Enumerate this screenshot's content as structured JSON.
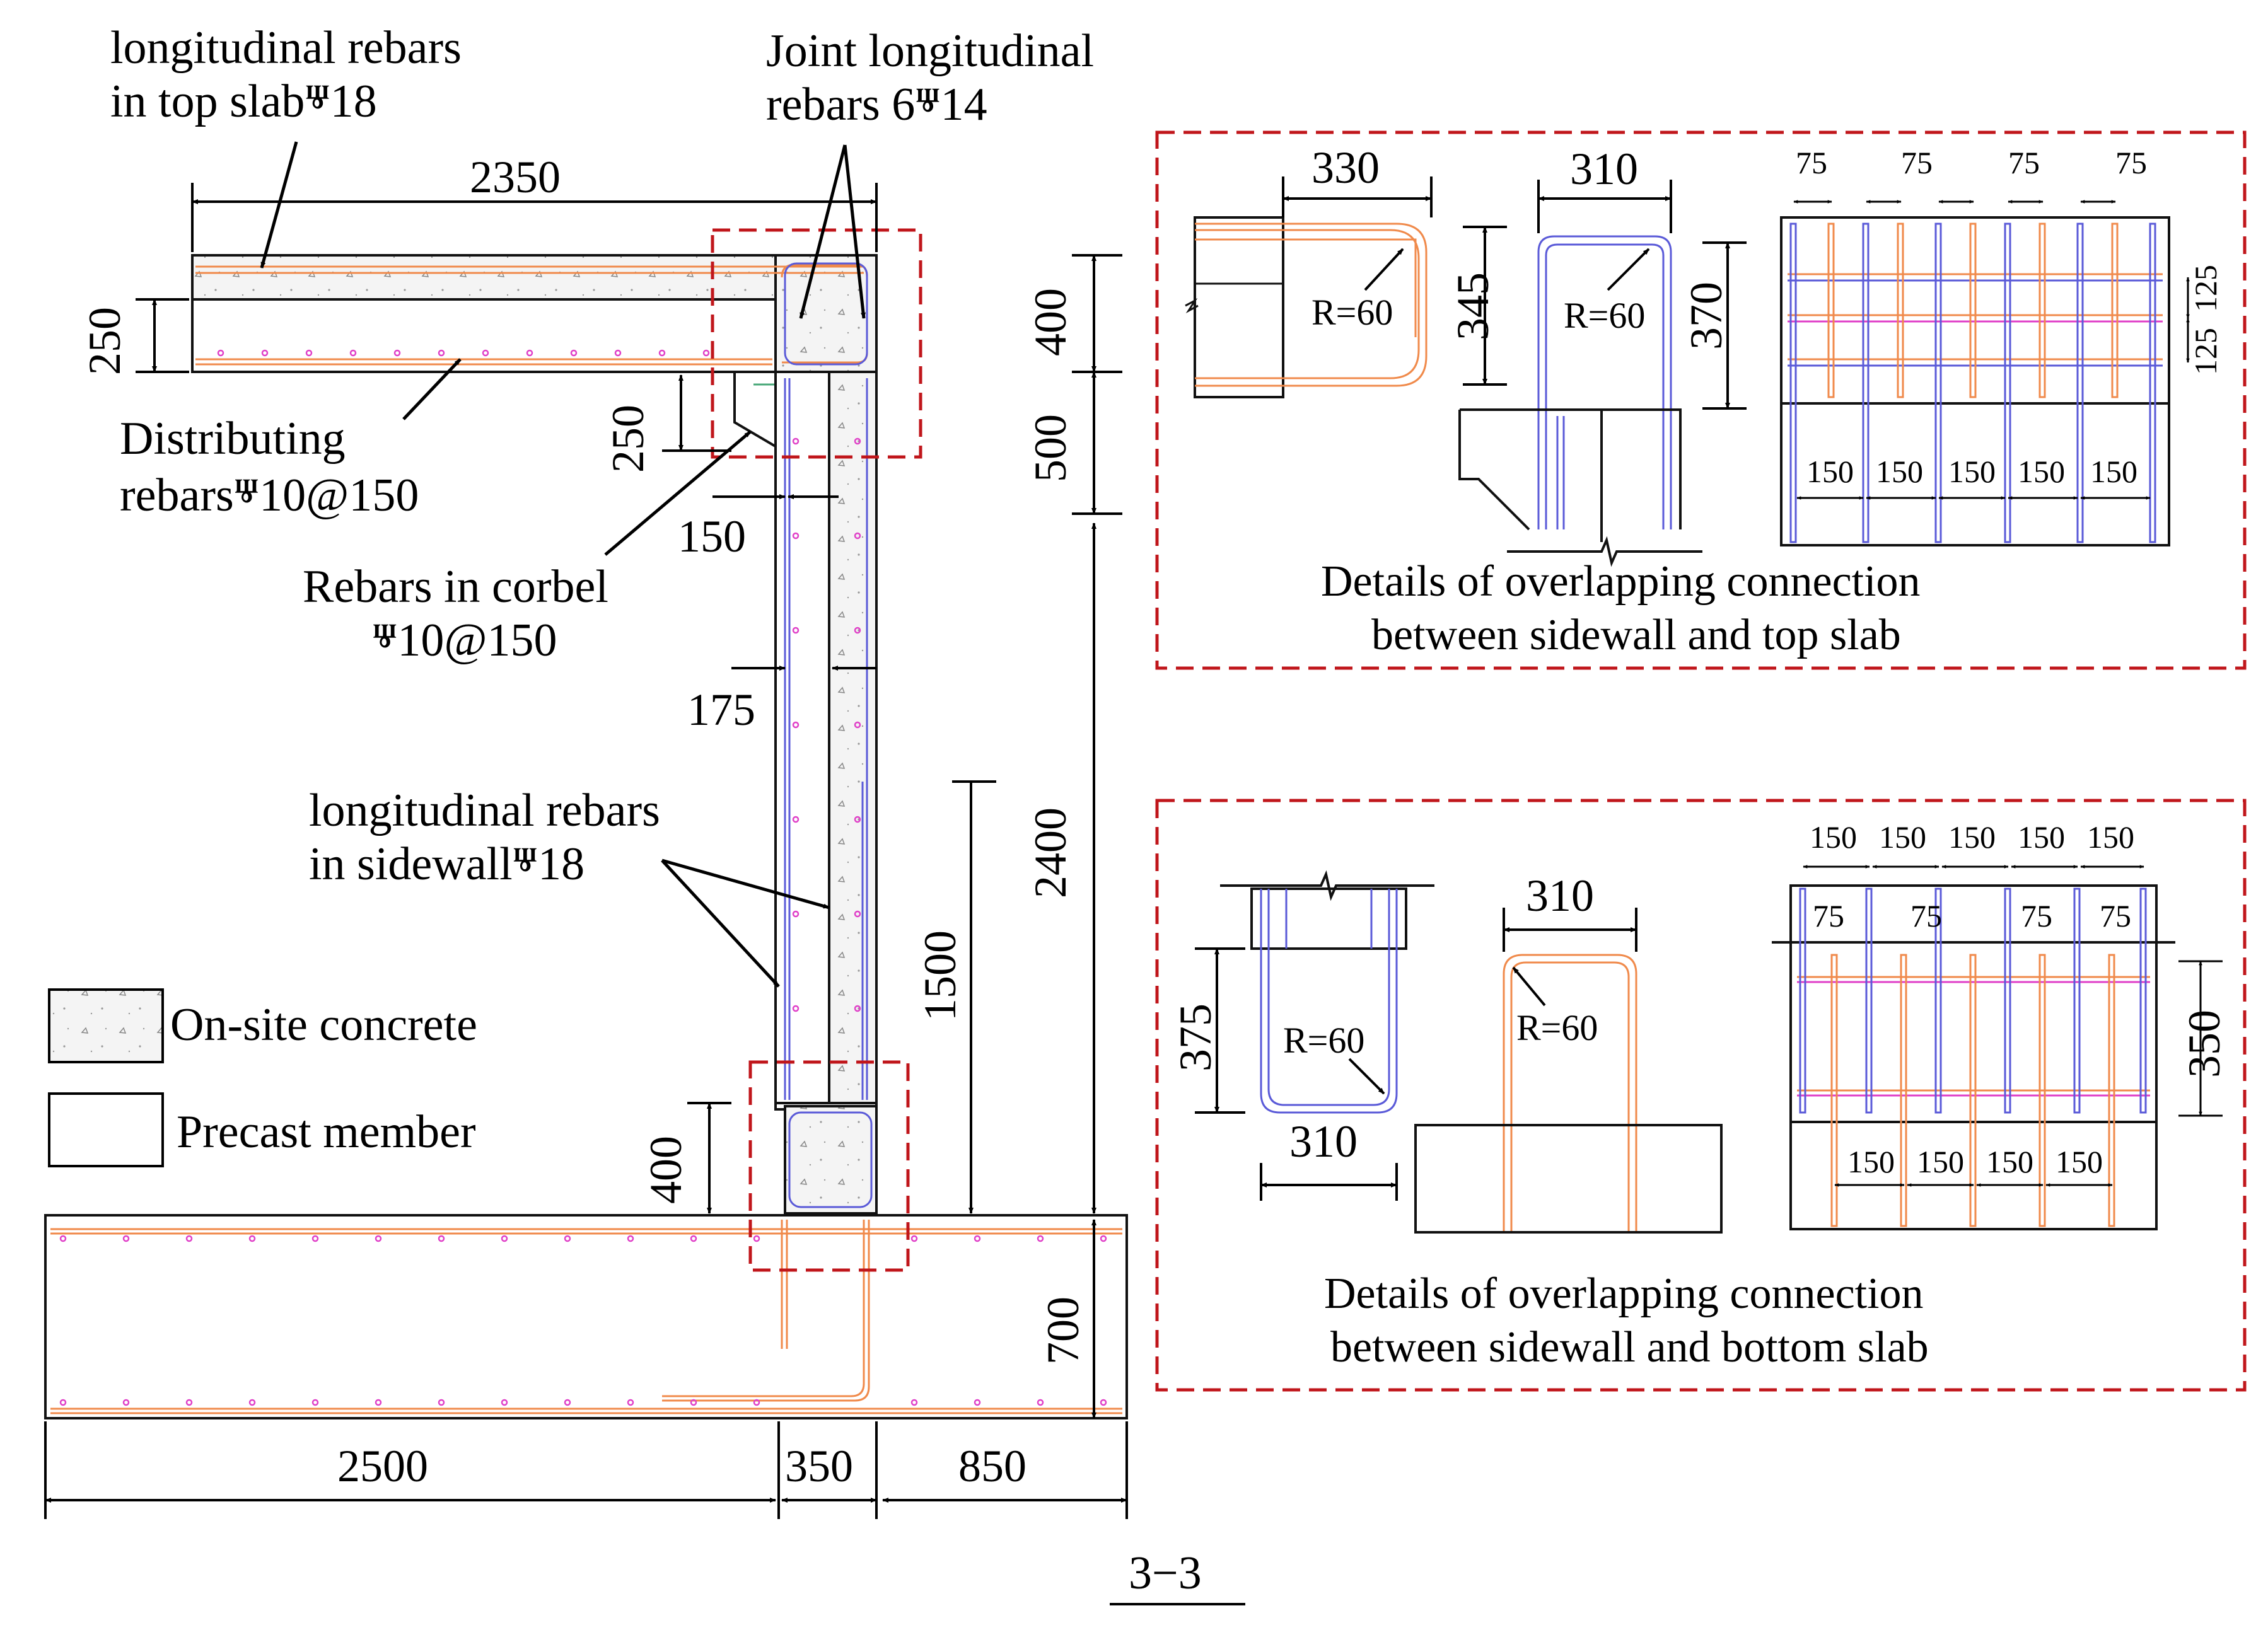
{
  "labels": {
    "top_slab_rebar_1": "longitudinal rebars",
    "top_slab_rebar_2": "in top slab",
    "top_slab_rebar_spec": "ⱋ18",
    "joint_rebar_1": "Joint longitudinal",
    "joint_rebar_2": "rebars 6",
    "joint_rebar_spec": "ⱋ14",
    "distributing_1": "Distributing",
    "distributing_2": "rebars",
    "distributing_spec": "ⱋ10@150",
    "corbel_1": "Rebars in corbel",
    "corbel_spec": "ⱋ10@150",
    "sidewall_rebar_1": "longitudinal rebars",
    "sidewall_rebar_2": "in sidewall",
    "sidewall_rebar_spec": "ⱋ18"
  },
  "legend": {
    "onsite": "On-site concrete",
    "precast": "Precast member"
  },
  "dims": {
    "top_width": "2350",
    "slab_thickness": "250",
    "corbel_height": "250",
    "corbel_width": "150",
    "wall_inner": "175",
    "joint_top": "400",
    "wall_top": "500",
    "wall_height": "2400",
    "wall_lap": "1500",
    "joint_bottom": "400",
    "base_thickness": "700",
    "base_left": "2500",
    "base_mid": "350",
    "base_right": "850"
  },
  "detail_top": {
    "caption_1": "Details of  overlapping connection",
    "caption_2": "between sidewall and top slab",
    "d1": "330",
    "d2": "310",
    "d3": "345",
    "d4": "370",
    "r1": "R=60",
    "r2": "R=60",
    "spacing_top": [
      "75",
      "75",
      "75",
      "75"
    ],
    "spacing_side": [
      "125",
      "125"
    ],
    "spacing_bottom": [
      "150",
      "150",
      "150",
      "150",
      "150"
    ]
  },
  "detail_bottom": {
    "caption_1": "Details of  overlapping connection",
    "caption_2": "between sidewall and bottom slab",
    "d1": "375",
    "d2": "310",
    "d3": "310",
    "d4": "350",
    "r1": "R=60",
    "r2": "R=60",
    "spacing_top": [
      "150",
      "150",
      "150",
      "150",
      "150"
    ],
    "spacing_mid": [
      "75",
      "75",
      "75",
      "75"
    ],
    "spacing_bottom": [
      "150",
      "150",
      "150",
      "150"
    ]
  },
  "section_label": "3−3",
  "colors": {
    "rebar_orange": "#f08a4b",
    "rebar_blue": "#5a5ad8",
    "dot_pink": "#e040c8",
    "frame_red": "#c0161b"
  }
}
